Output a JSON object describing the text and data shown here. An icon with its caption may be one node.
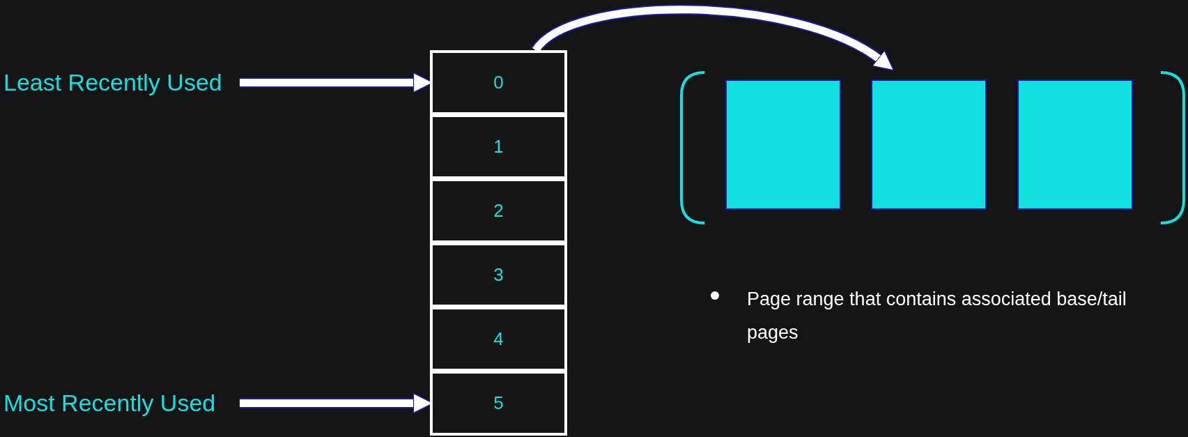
{
  "diagram": {
    "nodes": [
      {
        "text": [
          "Least Recently Used"
        ]
      },
      {
        "text": [
          "0"
        ]
      },
      {
        "text": [
          "1"
        ]
      },
      {
        "text": [
          "2"
        ]
      },
      {
        "text": [
          "3"
        ]
      },
      {
        "text": [
          "4"
        ]
      },
      {
        "text": [
          "5"
        ]
      },
      {
        "text": [
          "Most Recently Used"
        ]
      },
      {
        "text": [],
        "shape": "box"
      },
      {
        "text": [],
        "shape": "box",
        "in": 8
      },
      {
        "text": [],
        "shape": "box",
        "in": 8
      },
      {
        "text": [],
        "shape": "box",
        "in": 8
      }
    ],
    "edges": [
      {
        "from": 0,
        "to": 1,
        "arrow": "to"
      },
      {
        "from": 7,
        "to": 6,
        "arrow": "to"
      },
      {
        "from": 1,
        "to": 8,
        "arrow": "to"
      }
    ],
    "labels": [
      "Page range that contains associated base/tail pages"
    ]
  }
}
